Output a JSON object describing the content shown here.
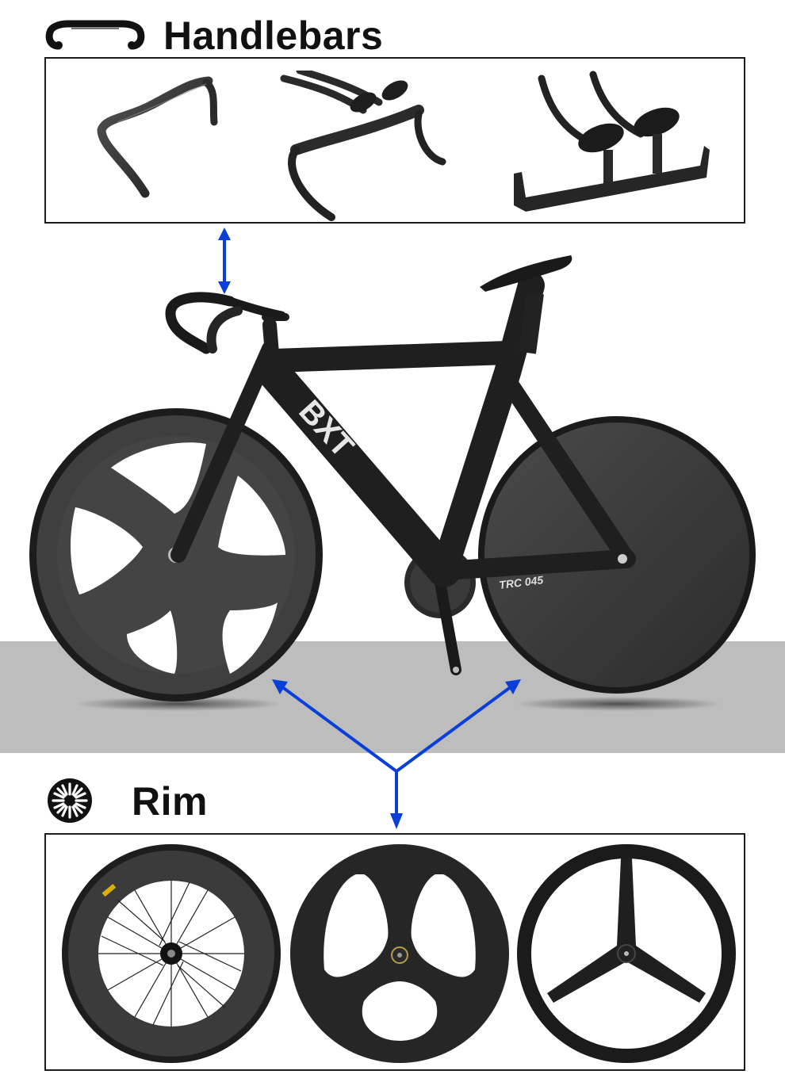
{
  "sections": {
    "handlebars": {
      "title": "Handlebars",
      "icon": "handlebar-icon",
      "items": [
        {
          "name": "drop-handlebar"
        },
        {
          "name": "aero-drop-handlebar-with-extensions"
        },
        {
          "name": "base-bar-with-aero-extensions"
        }
      ]
    },
    "rim": {
      "title": "Rim",
      "icon": "wheel-icon",
      "items": [
        {
          "name": "deep-section-spoked-rim"
        },
        {
          "name": "tri-spoke-carbon-wheel-wide"
        },
        {
          "name": "tri-spoke-carbon-wheel-narrow"
        }
      ]
    }
  },
  "bike": {
    "frame_logo": "BXT",
    "chainstay_label": "TRC 045",
    "front_wheel": "five-spoke-wheel",
    "rear_wheel": "disc-wheel"
  },
  "colors": {
    "arrow_blue": "#0a3fd9",
    "ground_gray": "#bdbdbd",
    "frame_black": "#1f1f1f",
    "box_border": "#1c1c1c"
  }
}
